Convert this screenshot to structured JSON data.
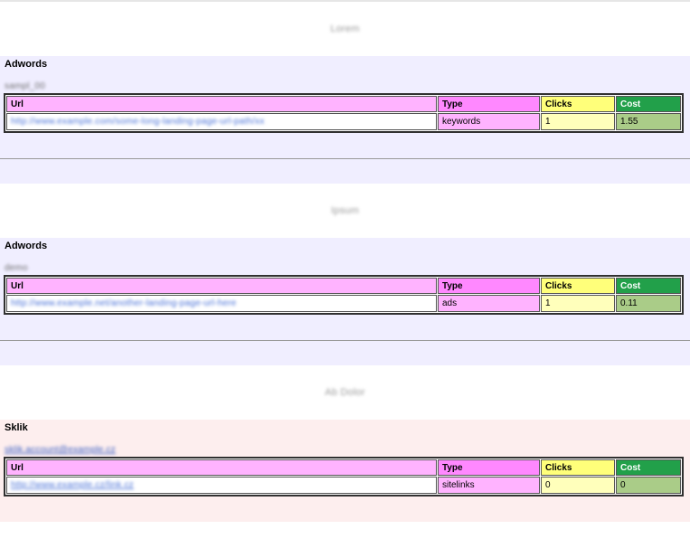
{
  "groups": [
    {
      "title": "Lorem",
      "network": "Adwords",
      "account": "sampl_00",
      "account_is_link": false,
      "columns": [
        "Url",
        "Type",
        "Clicks",
        "Cost"
      ],
      "row": {
        "url": "http://www.example.com/some-long-landing-page-url-path/xx",
        "type": "keywords",
        "clicks": "1",
        "cost": "1.55"
      }
    },
    {
      "title": "Ipsum",
      "network": "Adwords",
      "account": "demo",
      "account_is_link": false,
      "columns": [
        "Url",
        "Type",
        "Clicks",
        "Cost"
      ],
      "row": {
        "url": "http://www.example.net/another-landing-page-url-here",
        "type": "ads",
        "clicks": "1",
        "cost": "0.11"
      }
    },
    {
      "title": "Ab Dolor",
      "network": "Sklik",
      "account": "sklik.account@example.cz",
      "account_is_link": true,
      "columns": [
        "Url",
        "Type",
        "Clicks",
        "Cost"
      ],
      "row": {
        "url": "http://www.example.cz/link.cz",
        "type": "sitelinks",
        "clicks": "0",
        "cost": "0"
      }
    }
  ]
}
